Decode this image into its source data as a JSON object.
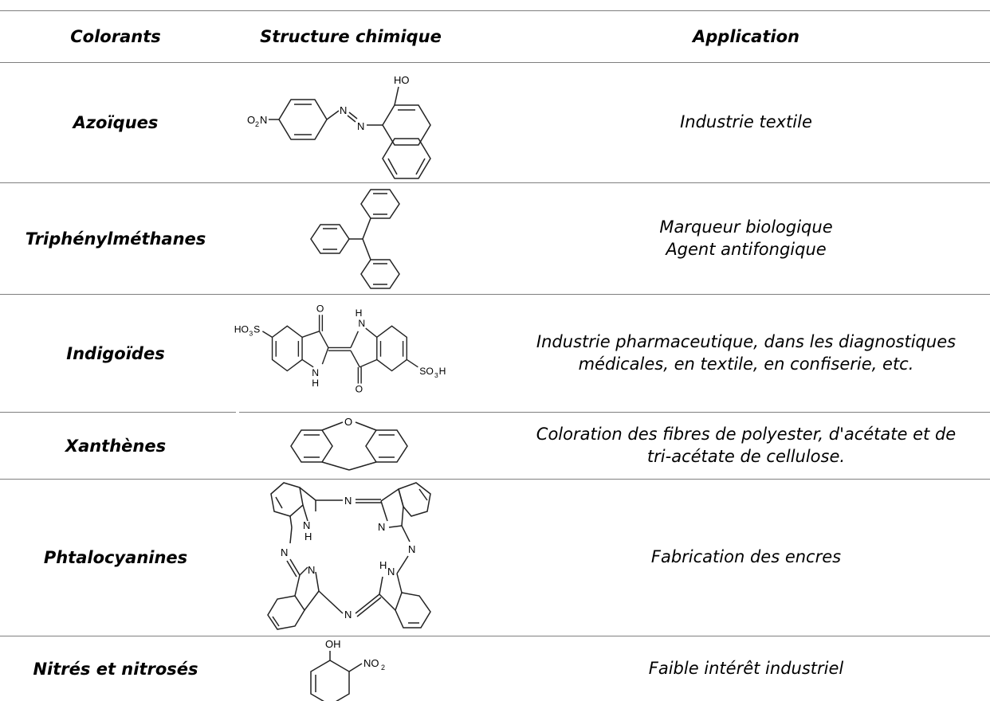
{
  "table": {
    "headers": {
      "colorants": "Colorants",
      "structure": "Structure chimique",
      "application": "Application"
    },
    "rows": [
      {
        "colorant": "Azoïques",
        "application": [
          "Industrie textile"
        ],
        "structure_labels": {
          "o2n": "O",
          "o2n_sub": "2",
          "o2n_n": "N",
          "n1": "N",
          "n2": "N",
          "ho": "HO"
        }
      },
      {
        "colorant": "Triphénylméthanes",
        "application": [
          "Marqueur biologique",
          "Agent antifongique"
        ]
      },
      {
        "colorant": "Indigoïdes",
        "application": [
          "Industrie pharmaceutique, dans les diagnostiques",
          "médicales, en textile, en confiserie, etc."
        ],
        "structure_labels": {
          "ho3s": "HO",
          "ho3s_sub": "3",
          "ho3s_s": "S",
          "o_top": "O",
          "h_top": "H",
          "n_top": "N",
          "n_bot": "N",
          "h_bot": "H",
          "o_bot": "O",
          "so3h": "SO",
          "so3h_sub": "3",
          "so3h_h": "H"
        }
      },
      {
        "colorant": "Xanthènes",
        "application": [
          "Coloration des fibres de polyester, d'acétate et de",
          "tri-acétate de cellulose."
        ],
        "structure_labels": {
          "o": "O"
        }
      },
      {
        "colorant": "Phtalocyanines",
        "application": [
          "Fabrication des encres"
        ],
        "structure_labels": {
          "n_top": "N",
          "n_left": "N",
          "n_right": "N",
          "n_bottom": "N",
          "nh_tl": "N",
          "h_tl": "H",
          "n_tr": "N",
          "n_bl": "N",
          "nh_br": "N",
          "h_br": "H"
        }
      },
      {
        "colorant": "Nitrés et nitrosés",
        "application": [
          "Faible intérêt industriel"
        ],
        "structure_labels": {
          "oh": "OH",
          "no2": "NO",
          "no2_sub": "2"
        }
      }
    ]
  }
}
